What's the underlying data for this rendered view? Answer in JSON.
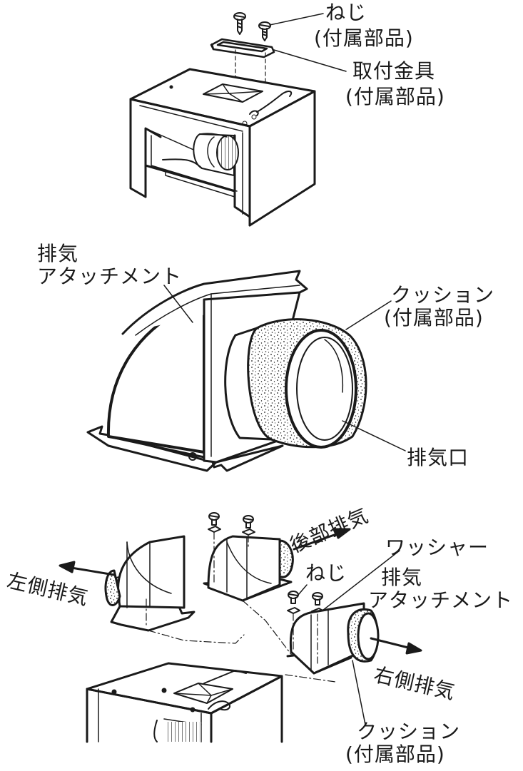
{
  "diagram": {
    "top_unit": {
      "screw_label": "ねじ",
      "screw_note": "(付属部品)",
      "bracket_label": "取付金具",
      "bracket_note": "(付属部品)"
    },
    "attachment_detail": {
      "attachment_line1": "排気",
      "attachment_line2": "アタッチメント",
      "cushion_label": "クッション",
      "cushion_note": "(付属部品)",
      "outlet_label": "排気口"
    },
    "direction_options": {
      "rear_exhaust": "後部排気",
      "left_exhaust": "左側排気",
      "right_exhaust": "右側排気",
      "washer_label": "ワッシャー",
      "screw_label": "ねじ",
      "attachment_line1": "排気",
      "attachment_line2": "アタッチメント",
      "cushion_label": "クッション",
      "cushion_note": "(付属部品)"
    }
  }
}
